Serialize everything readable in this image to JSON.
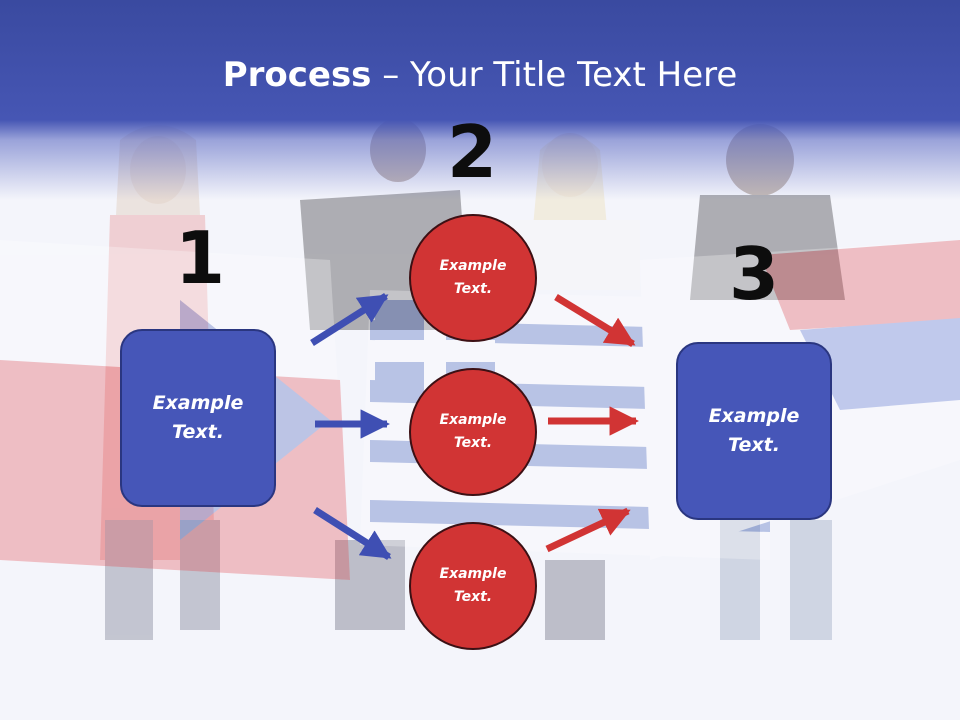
{
  "title": {
    "bold": "Process",
    "rest": " – Your Title Text Here"
  },
  "steps": {
    "one": "1",
    "two": "2",
    "three": "3"
  },
  "left_box": {
    "line1": "Example",
    "line2": "Text."
  },
  "right_box": {
    "line1": "Example",
    "line2": "Text."
  },
  "circles": [
    {
      "line1": "Example",
      "line2": "Text."
    },
    {
      "line1": "Example",
      "line2": "Text."
    },
    {
      "line1": "Example",
      "line2": "Text."
    }
  ],
  "colors": {
    "header": "#4656b4",
    "box_fill": "#4656b8",
    "circle_fill": "#d13434",
    "arrow_blue": "#3f4fb3",
    "arrow_red": "#d13434"
  }
}
